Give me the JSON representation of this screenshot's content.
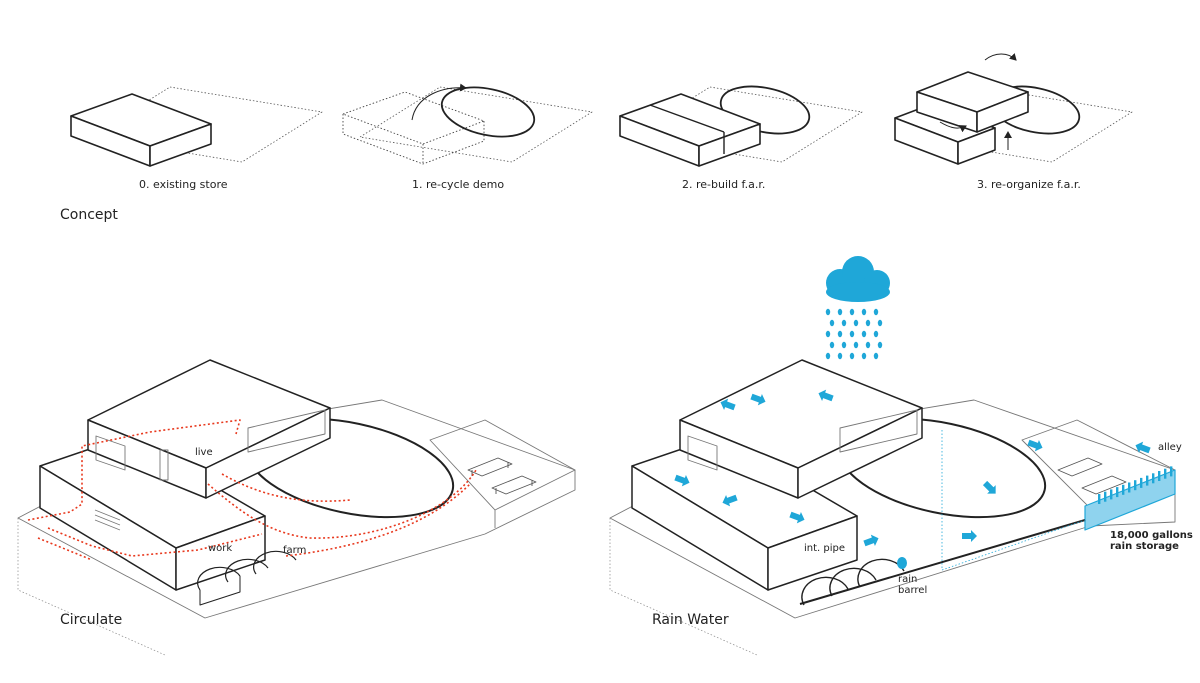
{
  "concept": {
    "section_title": "Concept",
    "steps": [
      {
        "caption": "0. existing store"
      },
      {
        "caption": "1. re-cycle demo"
      },
      {
        "caption": "2. re-build f.a.r."
      },
      {
        "caption": "3. re-organize f.a.r."
      }
    ]
  },
  "circulate": {
    "section_title": "Circulate",
    "labels": {
      "live": "live",
      "work": "work",
      "farm": "farm"
    },
    "path_color": "#e8391e"
  },
  "rain_water": {
    "section_title": "Rain Water",
    "labels": {
      "alley": "alley",
      "int_pipe": "int. pipe",
      "rain_barrel_1": "rain",
      "rain_barrel_2": "barrel",
      "storage_1": "18,000 gallons",
      "storage_2": "rain storage"
    },
    "water_color": "#1fa7d8"
  }
}
